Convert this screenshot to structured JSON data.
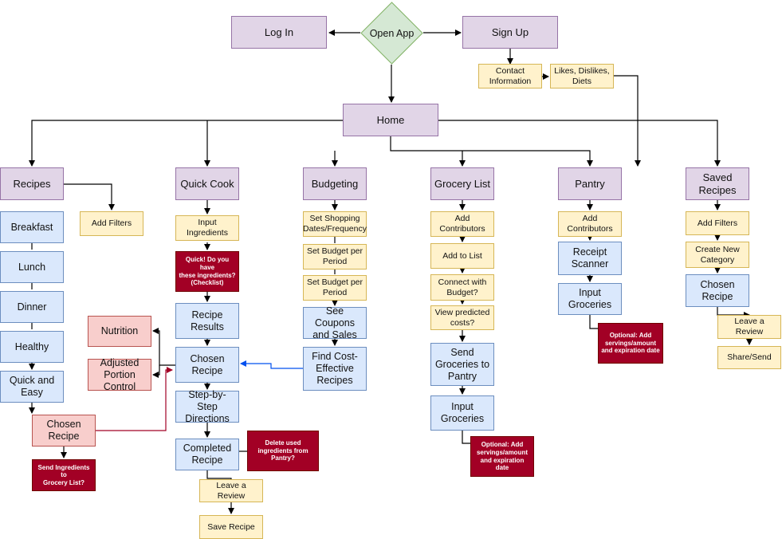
{
  "diagram": {
    "start": {
      "label": "Open App"
    },
    "nodes": {
      "log_in": "Log In",
      "sign_up": "Sign Up",
      "contact_information": "Contact\nInformation",
      "likes_dislikes_diets": "Likes, Dislikes,\nDiets",
      "home": "Home",
      "recipes": "Recipes",
      "breakfast": "Breakfast",
      "lunch": "Lunch",
      "dinner": "Dinner",
      "healthy": "Healthy",
      "quick_and_easy": "Quick and\nEasy",
      "recipes_add_filters": "Add Filters",
      "recipes_chosen_recipe": "Chosen\nRecipe",
      "send_ingredients": "Send Ingredients to\nGrocery List?",
      "quick_cook": "Quick Cook",
      "input_ingredients": "Input Ingredients",
      "quick_checklist": "Quick! Do you have\nthese ingredients?\n(Checklist)",
      "recipe_results": "Recipe\nResults",
      "qc_chosen_recipe": "Chosen\nRecipe",
      "nutrition": "Nutrition",
      "adjusted_portion_control": "Adjusted\nPortion\nControl",
      "step_by_step": "Step-by-Step\nDirections",
      "completed_recipe": "Completed\nRecipe",
      "delete_used_ingredients": "Delete used\ningredients from\nPantry?",
      "qc_leave_review": "Leave a Review",
      "save_recipe": "Save Recipe",
      "budgeting": "Budgeting",
      "set_shopping_dates": "Set Shopping\nDates/Frequency",
      "set_budget_1": "Set Budget per\nPeriod",
      "set_budget_2": "Set Budget per\nPeriod",
      "see_coupons": "See Coupons\nand Sales",
      "find_cost_effective": "Find Cost-\nEffective\nRecipes",
      "grocery_list": "Grocery List",
      "gl_add_contributors": "Add Contributors",
      "add_to_list": "Add to List",
      "connect_with_budget": "Connect with\nBudget?",
      "view_predicted_costs": "View predicted\ncosts?",
      "send_groceries_pantry": "Send\nGroceries to\nPantry",
      "gl_input_groceries": "Input\nGroceries",
      "gl_optional": "Optional: Add\nservings/amount\nand expiration date",
      "pantry": "Pantry",
      "pantry_add_contributors": "Add Contributors",
      "receipt_scanner": "Receipt\nScanner",
      "pantry_input_groceries": "Input\nGroceries",
      "pantry_optional": "Optional: Add\nservings/amount\nand expiration date",
      "saved_recipes": "Saved\nRecipes",
      "saved_add_filters": "Add Filters",
      "create_new_category": "Create New\nCategory",
      "saved_chosen_recipe": "Chosen\nRecipe",
      "saved_leave_review": "Leave a Review",
      "share_send": "Share/Send"
    },
    "colors": {
      "process_fill": "#dae8fc",
      "section_fill": "#e1d5e7",
      "option_fill": "#fff2cc",
      "alert_fill": "#a20025",
      "related_fill": "#f8cecc",
      "start_fill": "#d5e8d4",
      "edge": "#000000",
      "edge_blue": "#0050ef",
      "edge_red": "#a20025"
    }
  }
}
